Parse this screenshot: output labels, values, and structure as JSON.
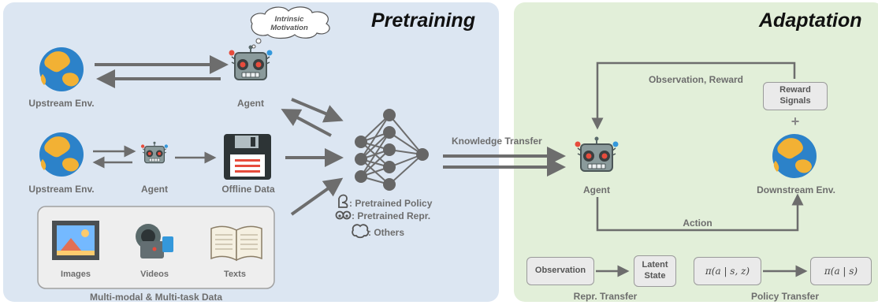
{
  "sections": {
    "pretraining": "Pretraining",
    "adaptation": "Adaptation"
  },
  "pretraining": {
    "cloud": [
      "Intrinsic",
      "Motivation"
    ],
    "upstream_env_1": "Upstream Env.",
    "agent_1": "Agent",
    "upstream_env_2": "Upstream Env.",
    "agent_2": "Agent",
    "offline_data": "Offline Data",
    "multimodal_box": {
      "images": "Images",
      "videos": "Videos",
      "texts": "Texts",
      "caption": "Multi-modal & Multi-task Data"
    },
    "legend": [
      ": Pretrained Policy",
      ": Pretrained Repr.",
      ": Others"
    ]
  },
  "transfer": "Knowledge Transfer",
  "adaptation": {
    "observation_reward": "Observation, Reward",
    "reward_signals": [
      "Reward",
      "Signals"
    ],
    "plus": "+",
    "agent": "Agent",
    "downstream_env": "Downstream Env.",
    "action": "Action",
    "repr_transfer": {
      "observation": "Observation",
      "latent_state": [
        "Latent",
        "State"
      ],
      "caption": "Repr. Transfer"
    },
    "policy_transfer": {
      "pi_left": "π(a | s, z)",
      "pi_right": "π(a | s)",
      "caption": "Policy Transfer"
    }
  },
  "colors": {
    "pretrain_bg": "#dce6f2",
    "adapt_bg": "#e2efd9",
    "arrow": "#6d6d6d",
    "robot_body": "#7f8c8d"
  },
  "icons": [
    "globe-icon",
    "robot-icon",
    "floppy-disk-icon",
    "neural-network-icon",
    "picture-frame-icon",
    "video-camera-icon",
    "open-book-icon",
    "cloud-icon",
    "muscle-icon",
    "eyes-icon",
    "brain-icon"
  ]
}
